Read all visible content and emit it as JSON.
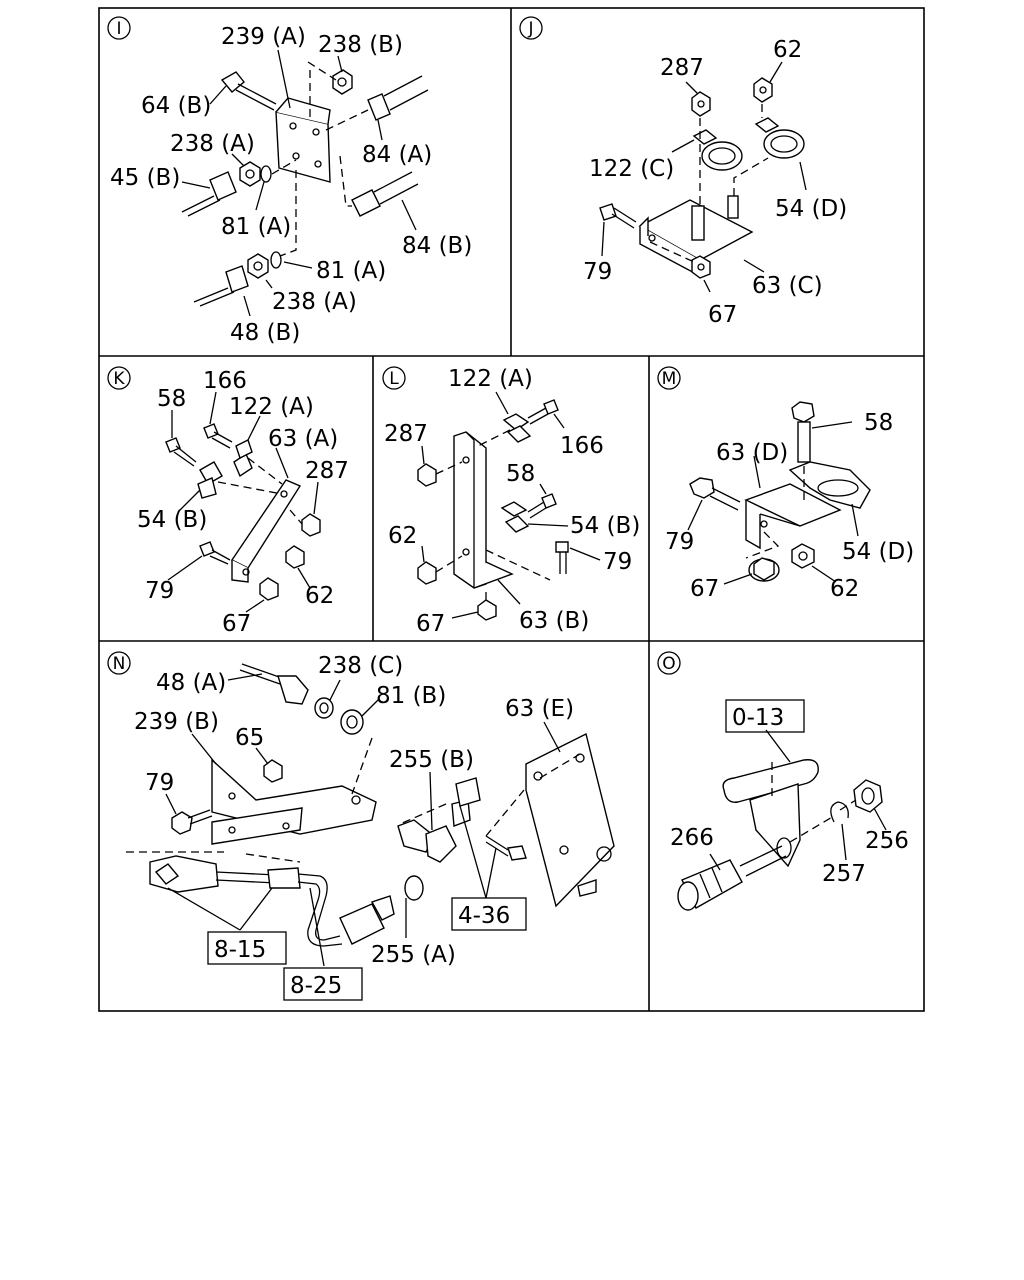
{
  "panels": [
    {
      "id": "I",
      "labels": [
        "239 (A)",
        "238 (B)",
        "64 (B)",
        "238 (A)",
        "84 (A)",
        "45 (B)",
        "81 (A)",
        "84 (B)",
        "81 (A)",
        "238 (A)",
        "48 (B)"
      ]
    },
    {
      "id": "J",
      "labels": [
        "287",
        "62",
        "122 (C)",
        "54 (D)",
        "79",
        "63 (C)",
        "67"
      ]
    },
    {
      "id": "K",
      "labels": [
        "166",
        "58",
        "122 (A)",
        "63 (A)",
        "287",
        "54 (B)",
        "79",
        "62",
        "67"
      ]
    },
    {
      "id": "L",
      "labels": [
        "122 (A)",
        "287",
        "166",
        "58",
        "54 (B)",
        "62",
        "79",
        "67",
        "63 (B)"
      ]
    },
    {
      "id": "M",
      "labels": [
        "58",
        "63 (D)",
        "79",
        "54 (D)",
        "67",
        "62"
      ]
    },
    {
      "id": "N",
      "labels": [
        "48 (A)",
        "238 (C)",
        "81 (B)",
        "239 (B)",
        "65",
        "63 (E)",
        "79",
        "255 (B)",
        "255 (A)"
      ],
      "refs": [
        "8-15",
        "8-25",
        "4-36"
      ]
    },
    {
      "id": "O",
      "labels": [
        "266",
        "256",
        "257"
      ],
      "refs": [
        "0-13"
      ]
    }
  ]
}
